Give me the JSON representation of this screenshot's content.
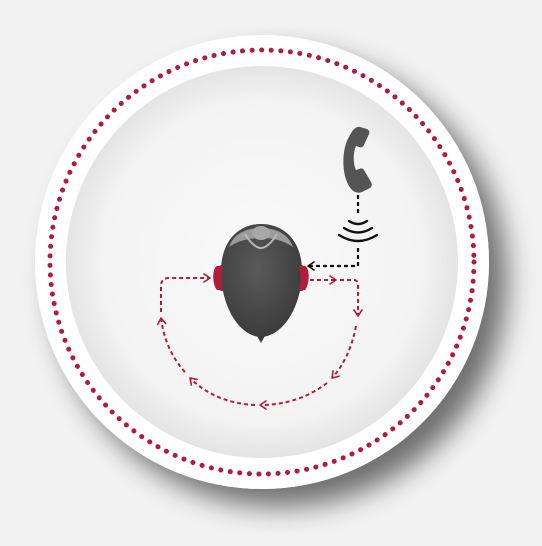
{
  "diagram": {
    "colors": {
      "background": "#f2f2f2",
      "badge_face": "#ffffff",
      "inner_disc": "#f4f4f4",
      "accent": "#b01c3c",
      "head": "#4a4a4a",
      "hair": "#9b9b9b",
      "phone": "#555555",
      "wire": "#111111"
    },
    "icons": {
      "phone": "telephone-handset-icon",
      "signal": "wireless-signal-icon",
      "head": "head-top-view-icon",
      "left_hearing_aid": "hearing-aid-left-icon",
      "right_hearing_aid": "hearing-aid-right-icon"
    },
    "signal_flow": [
      "phone",
      "wireless-signal",
      "right-hearing-aid",
      "left-hearing-aid"
    ]
  }
}
